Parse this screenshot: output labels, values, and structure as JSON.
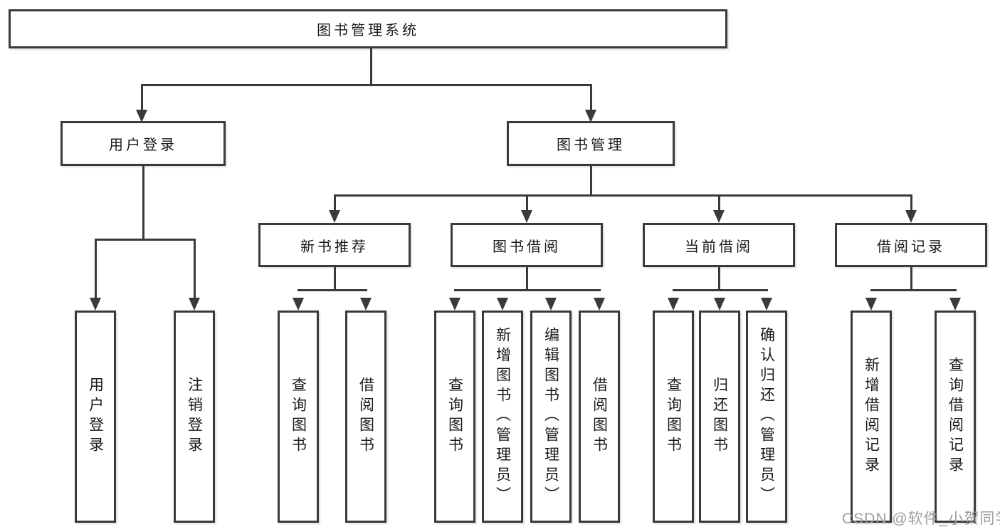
{
  "tree": {
    "root": {
      "label": "图书管理系统",
      "children": [
        {
          "label": "用户登录",
          "children": [
            {
              "label": "用户登录"
            },
            {
              "label": "注销登录"
            }
          ]
        },
        {
          "label": "图书管理",
          "children": [
            {
              "label": "新书推荐",
              "children": [
                {
                  "label": "查询图书"
                },
                {
                  "label": "借阅图书"
                }
              ]
            },
            {
              "label": "图书借阅",
              "children": [
                {
                  "label": "查询图书"
                },
                {
                  "label": "新增图书（管理员）"
                },
                {
                  "label": "编辑图书（管理员）"
                },
                {
                  "label": "借阅图书"
                }
              ]
            },
            {
              "label": "当前借阅",
              "children": [
                {
                  "label": "查询图书"
                },
                {
                  "label": "归还图书"
                },
                {
                  "label": "确认归还（管理员）"
                }
              ]
            },
            {
              "label": "借阅记录",
              "children": [
                {
                  "label": "新增借阅记录"
                },
                {
                  "label": "查询借阅记录"
                }
              ]
            }
          ]
        }
      ]
    }
  },
  "watermark": {
    "text": "CSDN @软件_小贺同学"
  },
  "colors": {
    "line": "#3a3a3a",
    "text": "#1a1a1a",
    "watermark": "#9e9e9e",
    "background": "#ffffff"
  }
}
